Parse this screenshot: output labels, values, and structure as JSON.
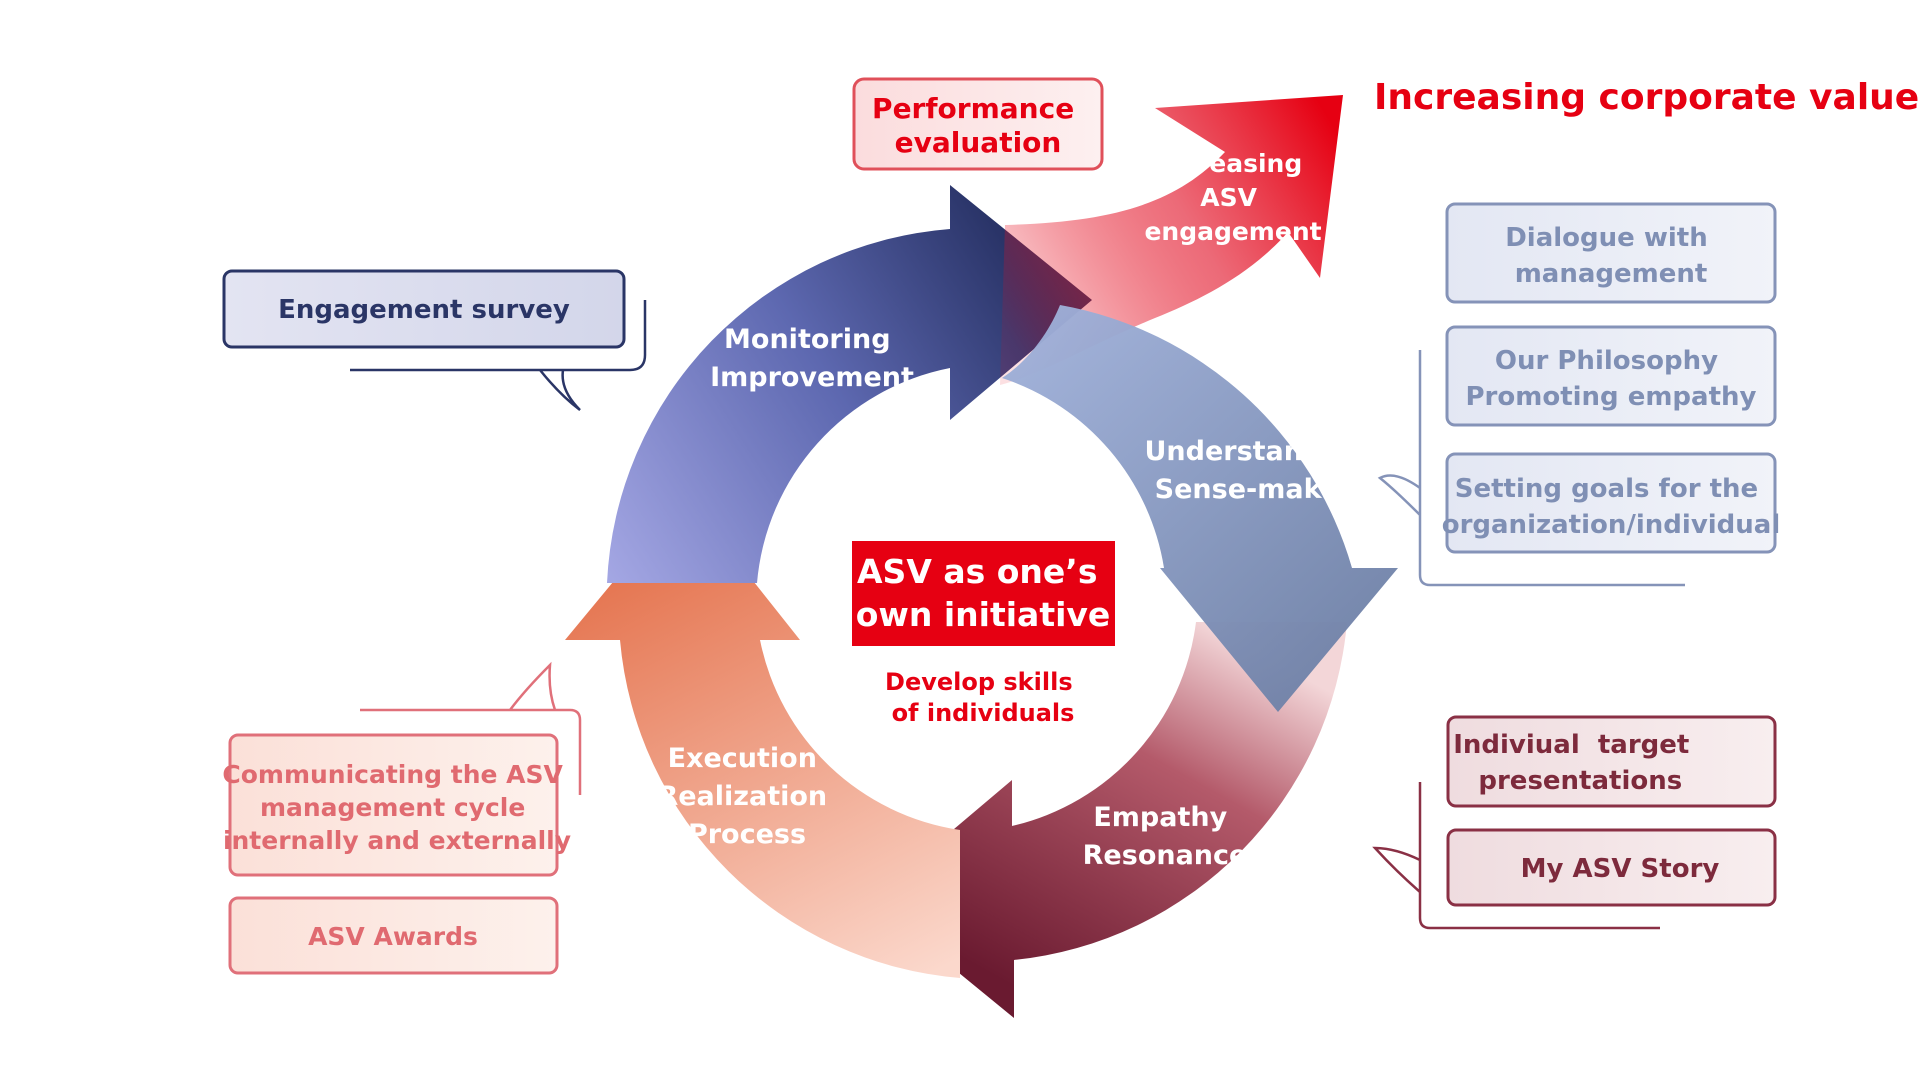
{
  "headline": "Increasing corporate value",
  "growth_arrow_label": [
    "Increasing",
    "ASV",
    "engagement"
  ],
  "center": {
    "title": [
      "ASV as one’s",
      "own initiative"
    ],
    "subtitle": [
      "Develop skills",
      "of individuals"
    ]
  },
  "cycle": [
    {
      "label": [
        "Monitoring",
        "Improvement"
      ]
    },
    {
      "label": [
        "Understanding",
        "Sense-making"
      ]
    },
    {
      "label": [
        "Empathy",
        "Resonance"
      ]
    },
    {
      "label": [
        "Execution",
        "Realization",
        "Process"
      ]
    }
  ],
  "boxes": {
    "performance_evaluation": [
      "Performance",
      "evaluation"
    ],
    "engagement_survey": [
      "Engagement survey"
    ],
    "dialogue_with_management": [
      "Dialogue with",
      "management"
    ],
    "our_philosophy": [
      "Our Philosophy",
      "Promoting empathy"
    ],
    "setting_goals": [
      "Setting goals for the",
      "organization/individual"
    ],
    "individual_target": [
      "Indiviual  target",
      "presentations"
    ],
    "my_asv_story": [
      "My ASV Story"
    ],
    "communicating_asv": [
      "Communicating the ASV",
      "management cycle",
      "internally and externally"
    ],
    "asv_awards": [
      "ASV Awards"
    ]
  },
  "colors": {
    "accent_red": "#e60012",
    "navy": "#1f2a5c",
    "steel_blue": "#7a8cb3",
    "maroon": "#7d2a3c",
    "salmon": "#e87a5a"
  }
}
